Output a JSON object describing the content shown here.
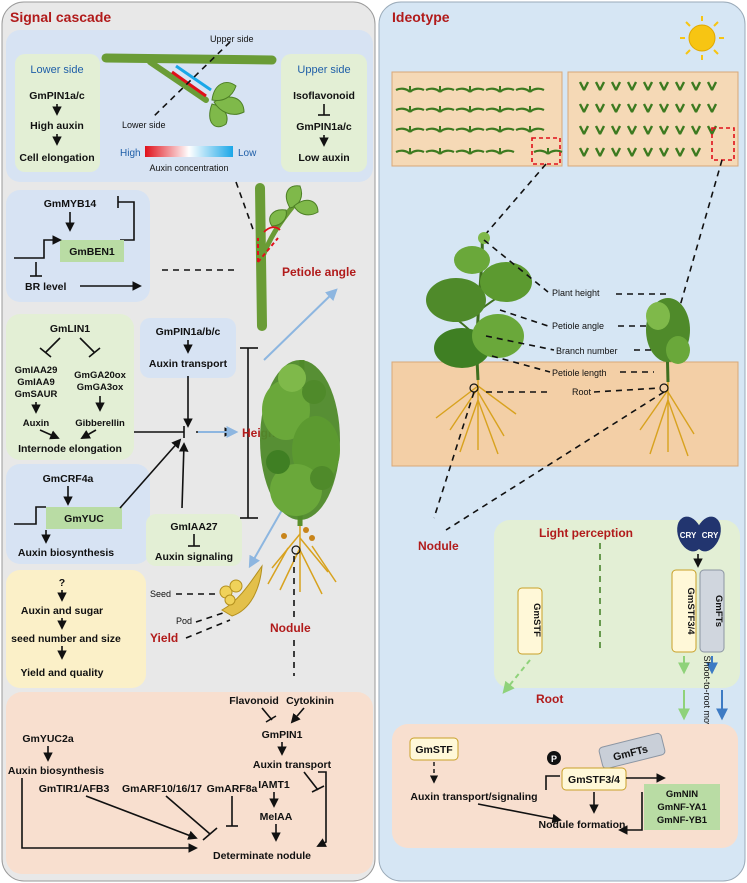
{
  "colors": {
    "left_panel_bg": "#e8e8e8",
    "right_panel_bg": "#d6e6f4",
    "blue_box": "#d7e3f3",
    "green_box": "#e3efd5",
    "yellow_box": "#fbf0c8",
    "peach_box": "#f8dfcf",
    "accent_red": "#b11b1b",
    "stem_green": "#5a8f2c",
    "field_bg": "#f5d9b6",
    "soil": "#f3cfa6"
  },
  "headers": {
    "left": "Signal cascade",
    "right": "Ideotype"
  },
  "petiole_box": {
    "upper_side_top": "Upper side",
    "lower_side_mid": "Lower side",
    "lower": {
      "title": "Lower side",
      "l1": "GmPIN1a/c",
      "l2": "High auxin",
      "l3": "Cell elongation"
    },
    "upper": {
      "title": "Upper side",
      "l1": "Isoflavonoid",
      "l2": "GmPIN1a/c",
      "l3": "Low auxin"
    },
    "gradient_high": "High",
    "gradient_low": "Low",
    "gradient_label": "Auxin concentration"
  },
  "myb_box": {
    "gene": "GmMYB14",
    "target": "GmBEN1",
    "output": "BR level"
  },
  "lin_box": {
    "gene": "GmLIN1",
    "left1": "GmIAA29",
    "left2": "GmIAA9",
    "left3": "GmSAUR",
    "right1": "GmGA20ox",
    "right2": "GmGA3ox",
    "aux": "Auxin",
    "gib": "Gibberellin",
    "out": "Internode elongation"
  },
  "pin_box": {
    "gene": "GmPIN1a/b/c",
    "out": "Auxin transport"
  },
  "crf_box": {
    "gene": "GmCRF4a",
    "target": "GmYUC",
    "out": "Auxin biosynthesis"
  },
  "iaa_box": {
    "gene": "GmIAA27",
    "out": "Auxin signaling"
  },
  "yield_box": {
    "q": "?",
    "l1": "Auxin and sugar",
    "l2": "seed number and  size",
    "l3": "Yield and quality"
  },
  "trait_labels": {
    "petiole_angle": "Petiole angle",
    "height": "Height",
    "yield": "Yield",
    "nodule": "Nodule"
  },
  "pod_labels": {
    "seed": "Seed",
    "pod": "Pod"
  },
  "nodule_box": {
    "yuc": "GmYUC2a",
    "aux_bio": "Auxin biosynthesis",
    "flav": "Flavonoid",
    "cyto": "Cytokinin",
    "pin": "GmPIN1",
    "aux_tr": "Auxin transport",
    "tir": "GmTIR1/AFB3",
    "arf": "GmARF10/16/17",
    "arf8": "GmARF8a",
    "iamt": "IAMT1",
    "meiaa": "MeIAA",
    "out": "Determinate nodule"
  },
  "ideotype": {
    "traits": [
      "Plant height",
      "Petiole angle",
      "Branch number",
      "Petiole length"
    ],
    "root": "Root",
    "nodule": "Nodule"
  },
  "light_box": {
    "title": "Light perception",
    "cry1": "CRY",
    "cry2": "CRY",
    "stf": "GmSTF",
    "stf34": "GmSTF3/4",
    "fts": "GmFTs",
    "movement": "Shoot-to-root movement",
    "root": "Root"
  },
  "root_nod_box": {
    "stf": "GmSTF",
    "aux": "Auxin transport/signaling",
    "p": "P",
    "fts": "GmFTs",
    "stf34": "GmSTF3/4",
    "t1": "GmNIN",
    "t2": "GmNF-YA1",
    "t3": "GmNF-YB1",
    "out": "Nodule formation"
  }
}
